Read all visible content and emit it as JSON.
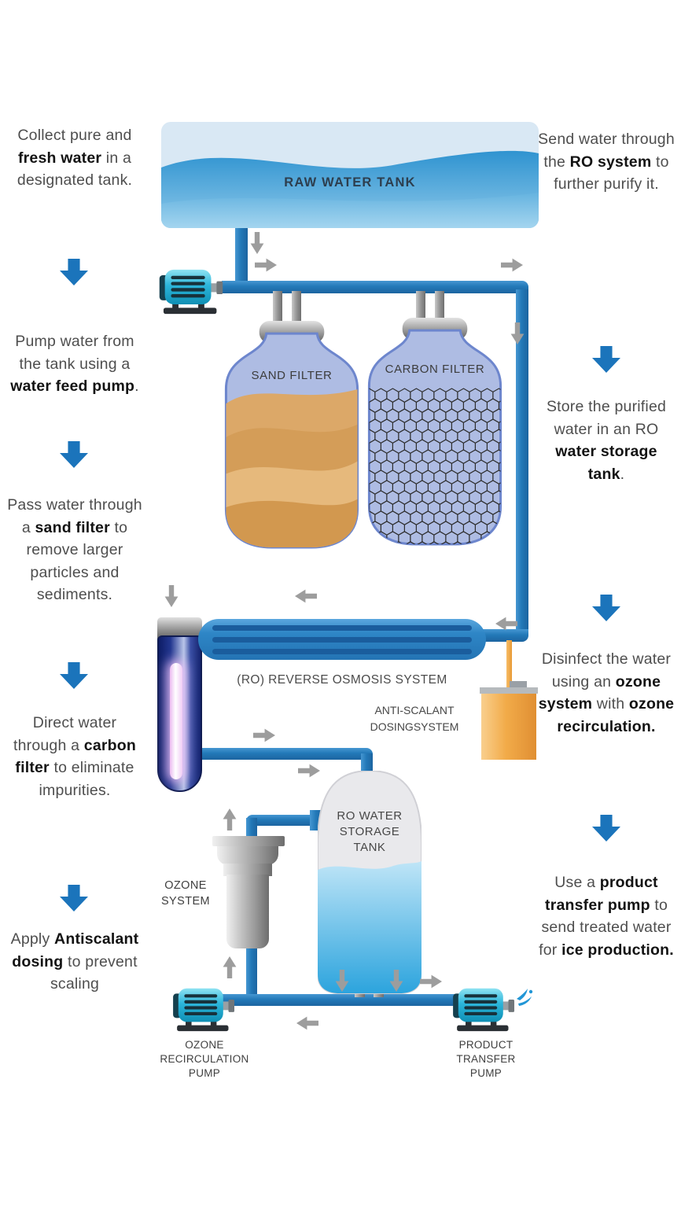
{
  "colors": {
    "step_arrow_blue": "#1b74bb",
    "flow_arrow_gray": "#9d9d9d",
    "pipe_blue": "#2379b8",
    "body_text": "#4e4e4e",
    "bold_text": "#131313",
    "filter_vessel_fill": "#aebce3",
    "filter_vessel_stroke": "#6d86cd",
    "sand_tan": "#dca868",
    "ro_capsule_blue": "#2e86c6",
    "antiscalant_orange": "#f2ab49",
    "pump_cyan": "#2cb5da",
    "storage_water_blue": "#2aa3dd"
  },
  "left_steps": [
    [
      {
        "t": "Collect pure and "
      },
      {
        "t": "fresh water",
        "b": true
      },
      {
        "t": " in a designated tank."
      }
    ],
    [
      {
        "t": "Pump water from the tank using a "
      },
      {
        "t": "water feed pump",
        "b": true
      },
      {
        "t": "."
      }
    ],
    [
      {
        "t": "Pass water through a "
      },
      {
        "t": "sand filter",
        "b": true
      },
      {
        "t": " to remove larger particles and sediments."
      }
    ],
    [
      {
        "t": "Direct water through a "
      },
      {
        "t": "carbon filter",
        "b": true
      },
      {
        "t": " to eliminate impurities."
      }
    ],
    [
      {
        "t": "Apply "
      },
      {
        "t": "Antiscalant dosing",
        "b": true
      },
      {
        "t": " to prevent scaling"
      }
    ]
  ],
  "right_steps": [
    [
      {
        "t": "Send water through the "
      },
      {
        "t": "RO system",
        "b": true
      },
      {
        "t": " to further purify it."
      }
    ],
    [
      {
        "t": "Store the purified water in an RO "
      },
      {
        "t": "water storage tank",
        "b": true
      },
      {
        "t": "."
      }
    ],
    [
      {
        "t": "Disinfect the water using an "
      },
      {
        "t": "ozone system",
        "b": true
      },
      {
        "t": " with "
      },
      {
        "t": "ozone recirculation.",
        "b": true
      }
    ],
    [
      {
        "t": "Use a "
      },
      {
        "t": "product transfer pump",
        "b": true
      },
      {
        "t": " to send treated water for "
      },
      {
        "t": "ice production.",
        "b": true
      }
    ]
  ],
  "diagram": {
    "raw_tank_label": "RAW WATER TANK",
    "sand_filter_label": "SAND\nFILTER",
    "carbon_filter_label": "CARBON\nFILTER",
    "ro_system_label": "(RO) REVERSE OSMOSIS SYSTEM",
    "antiscalant_label": "ANTI-SCALANT\nDOSINGSYSTEM",
    "ozone_system_label": "OZONE\nSYSTEM",
    "storage_tank_label": "RO WATER\nSTORAGE\nTANK",
    "ozone_pump_label": "OZONE\nRECIRCULATION\nPUMP",
    "product_pump_label": "PRODUCT\nTRANSFER\nPUMP"
  }
}
